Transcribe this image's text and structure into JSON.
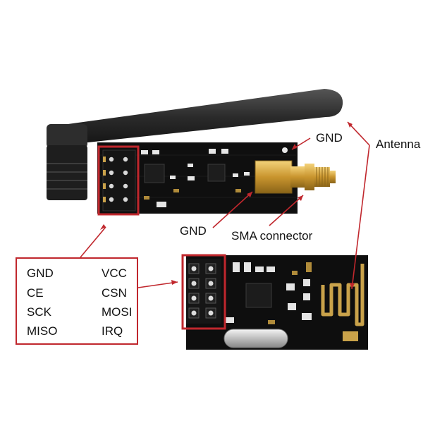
{
  "labels": {
    "gnd_top": "GND",
    "antenna": "Antenna",
    "gnd_bottom": "GND",
    "sma": "SMA connector"
  },
  "pinout": {
    "left": [
      "GND",
      "CE",
      "SCK",
      "MISO"
    ],
    "right": [
      "VCC",
      "CSN",
      "MOSI",
      "IRQ"
    ]
  },
  "colors": {
    "callout": "#c0272d",
    "pcb": "#111111",
    "gold": "#c9a24a",
    "antenna": "#2a2a2a"
  }
}
